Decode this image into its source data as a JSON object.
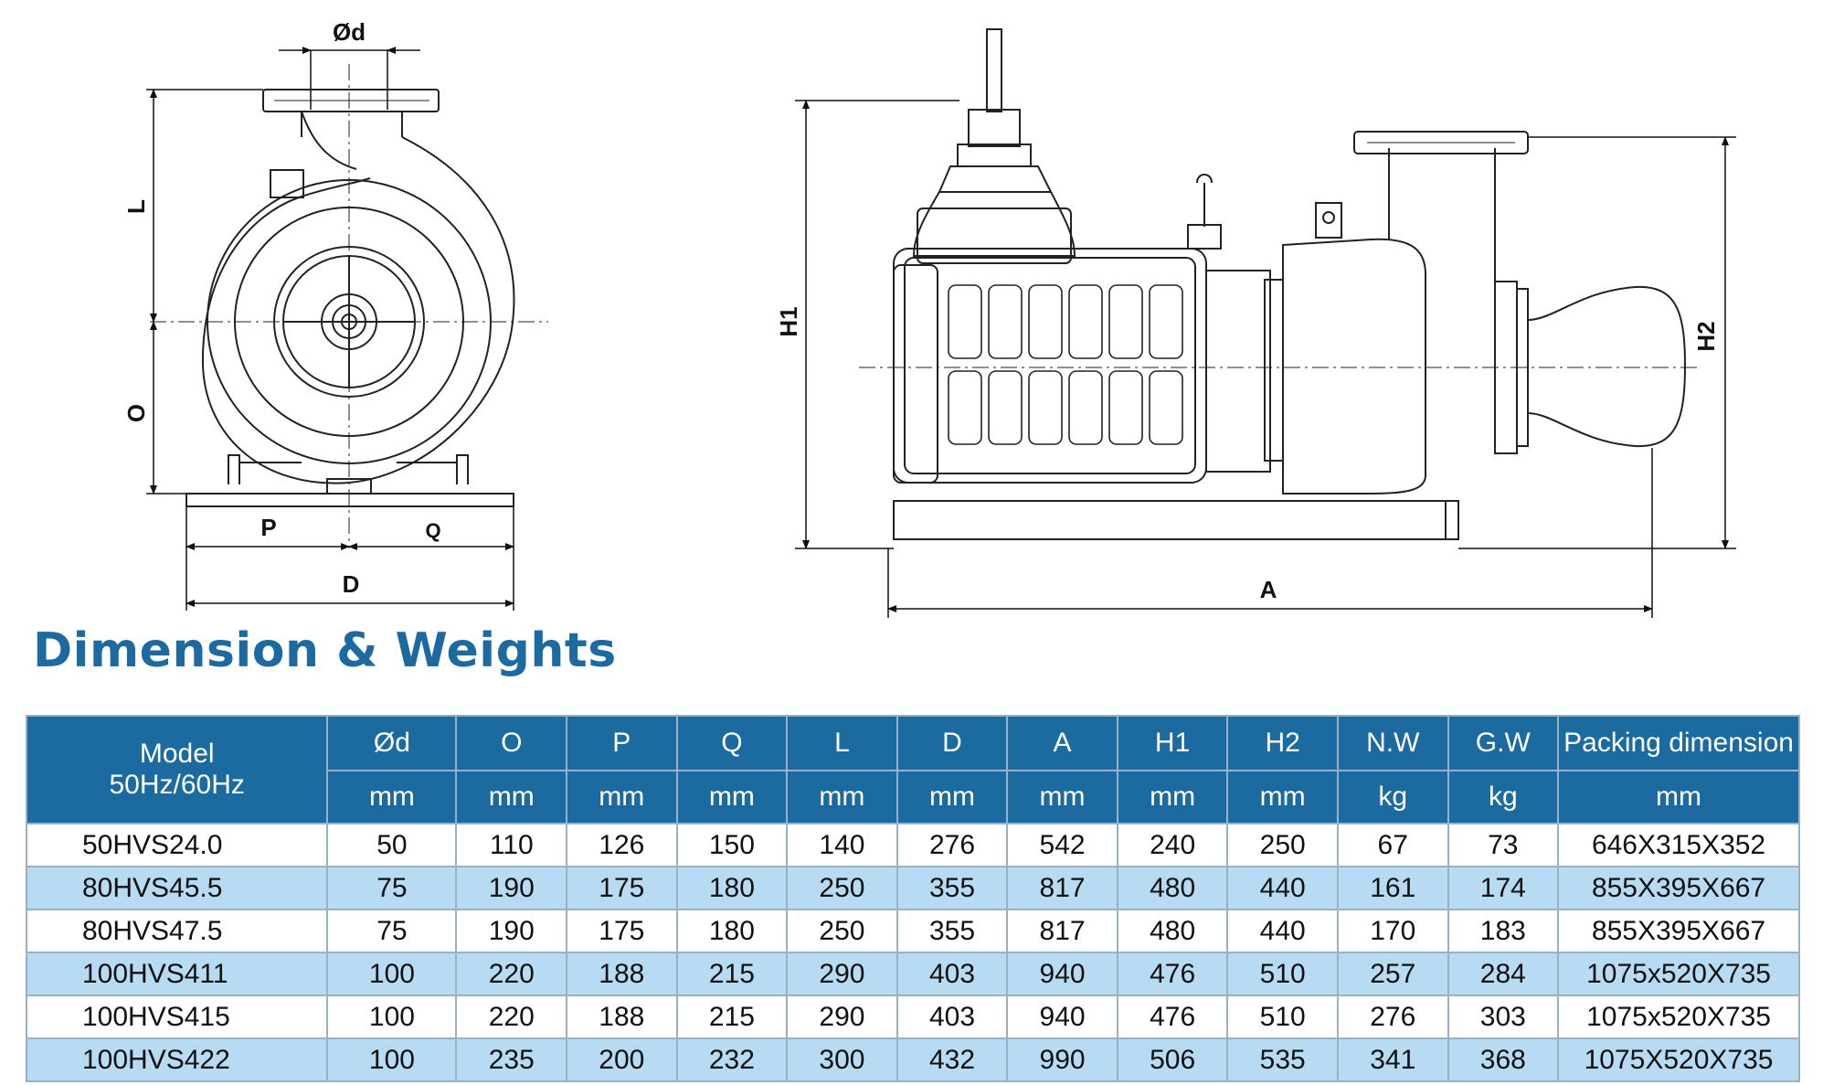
{
  "drawing": {
    "front_view_labels": {
      "bore": "Ød",
      "L": "L",
      "O": "O",
      "P": "P",
      "Q": "Q",
      "D": "D"
    },
    "side_view_labels": {
      "H1": "H1",
      "H2": "H2",
      "A": "A"
    }
  },
  "section_title": "Dimension & Weights",
  "table": {
    "model_header_line1": "Model",
    "model_header_line2": "50Hz/60Hz",
    "columns": [
      {
        "name": "Ød",
        "unit": "mm"
      },
      {
        "name": "O",
        "unit": "mm"
      },
      {
        "name": "P",
        "unit": "mm"
      },
      {
        "name": "Q",
        "unit": "mm"
      },
      {
        "name": "L",
        "unit": "mm"
      },
      {
        "name": "D",
        "unit": "mm"
      },
      {
        "name": "A",
        "unit": "mm"
      },
      {
        "name": "H1",
        "unit": "mm"
      },
      {
        "name": "H2",
        "unit": "mm"
      },
      {
        "name": "N.W",
        "unit": "kg"
      },
      {
        "name": "G.W",
        "unit": "kg"
      },
      {
        "name": "Packing dimension",
        "unit": "mm"
      }
    ],
    "rows": [
      {
        "model": "50HVS24.0",
        "values": [
          "50",
          "110",
          "126",
          "150",
          "140",
          "276",
          "542",
          "240",
          "250",
          "67",
          "73",
          "646X315X352"
        ]
      },
      {
        "model": "80HVS45.5",
        "values": [
          "75",
          "190",
          "175",
          "180",
          "250",
          "355",
          "817",
          "480",
          "440",
          "161",
          "174",
          "855X395X667"
        ]
      },
      {
        "model": "80HVS47.5",
        "values": [
          "75",
          "190",
          "175",
          "180",
          "250",
          "355",
          "817",
          "480",
          "440",
          "170",
          "183",
          "855X395X667"
        ]
      },
      {
        "model": "100HVS411",
        "values": [
          "100",
          "220",
          "188",
          "215",
          "290",
          "403",
          "940",
          "476",
          "510",
          "257",
          "284",
          "1075x520X735"
        ]
      },
      {
        "model": "100HVS415",
        "values": [
          "100",
          "220",
          "188",
          "215",
          "290",
          "403",
          "940",
          "476",
          "510",
          "276",
          "303",
          "1075x520X735"
        ]
      },
      {
        "model": "100HVS422",
        "values": [
          "100",
          "235",
          "200",
          "232",
          "300",
          "432",
          "990",
          "506",
          "535",
          "341",
          "368",
          "1075X520X735"
        ]
      }
    ]
  }
}
